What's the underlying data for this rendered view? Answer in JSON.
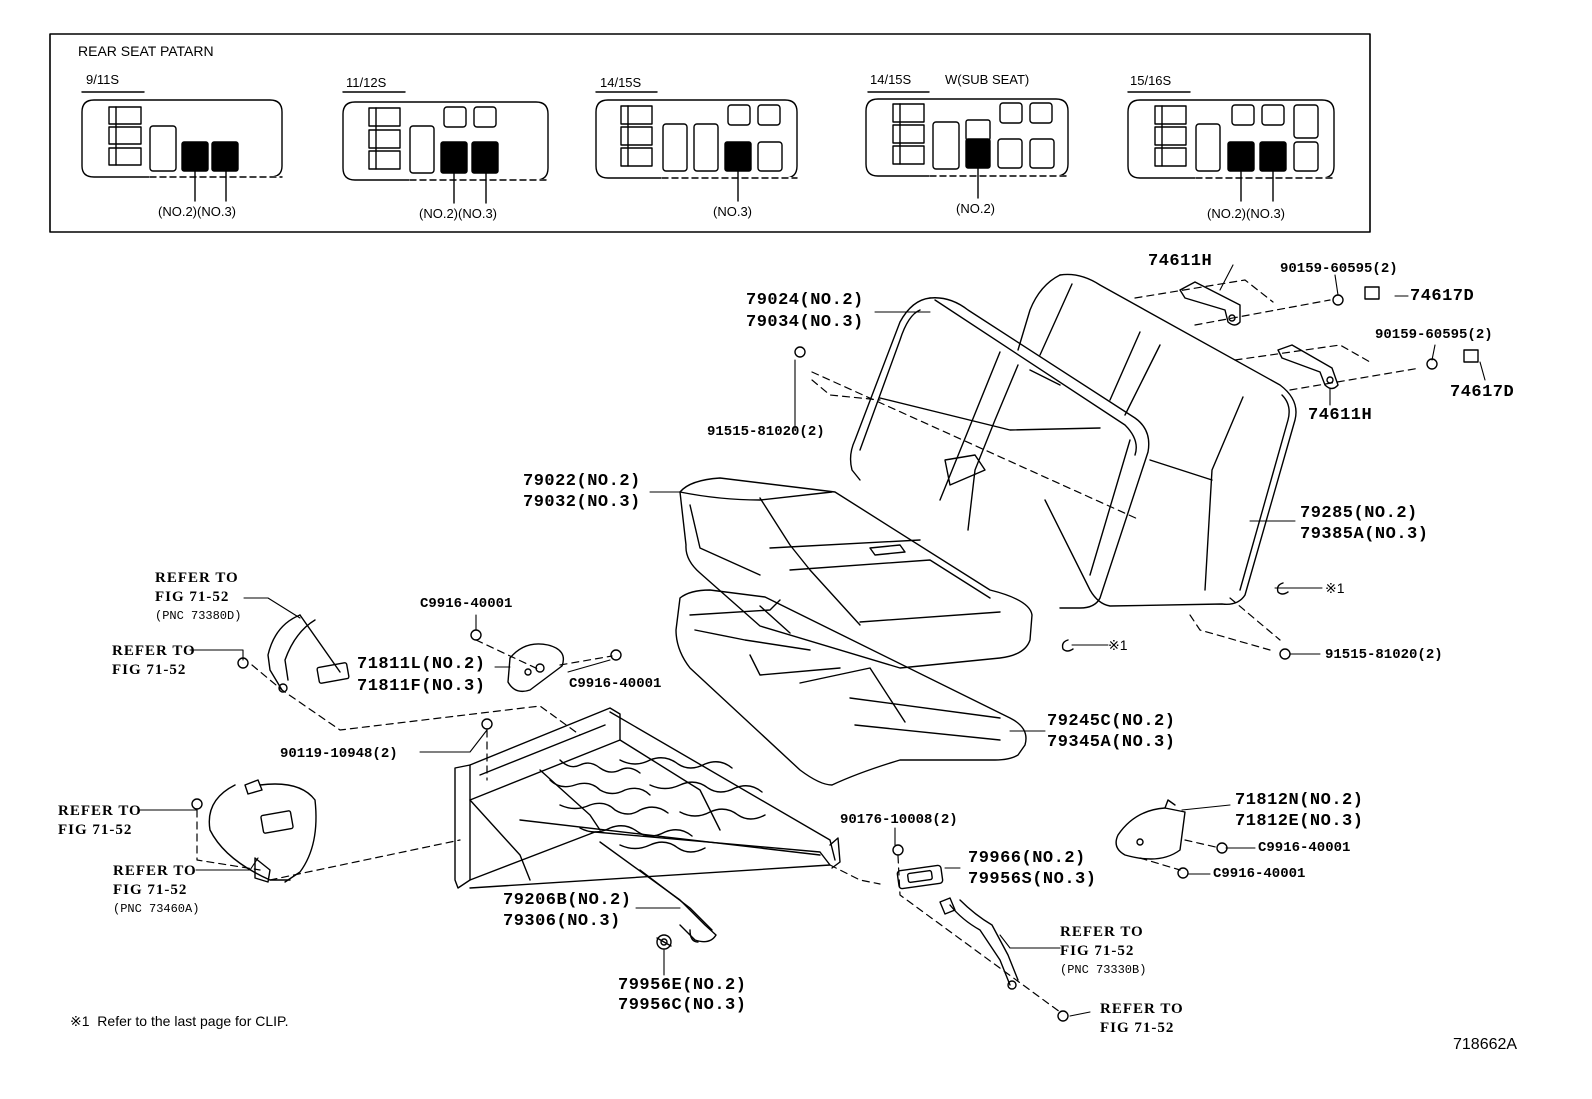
{
  "pattern_box": {
    "title": "REAR SEAT PATARN",
    "patterns": [
      {
        "name": "9/11S",
        "sub": "",
        "caption": "(NO.2)(NO.3)"
      },
      {
        "name": "11/12S",
        "sub": "",
        "caption": "(NO.2)(NO.3)"
      },
      {
        "name": "14/15S",
        "sub": "",
        "caption": "(NO.3)"
      },
      {
        "name": "14/15S",
        "sub": "W(SUB SEAT)",
        "caption": "(NO.2)"
      },
      {
        "name": "15/16S",
        "sub": "",
        "caption": "(NO.2)(NO.3)"
      }
    ]
  },
  "parts": {
    "p74611H_top": "74611H",
    "p90159_top": "90159-60595(2)",
    "p74617D_top": "74617D",
    "p90159_mid": "90159-60595(2)",
    "p74617D_mid": "74617D",
    "p74611H_mid": "74611H",
    "p79024": "79024(NO.2)",
    "p79034": "79034(NO.3)",
    "p91515_top": "91515-81020(2)",
    "p79022": "79022(NO.2)",
    "p79032": "79032(NO.3)",
    "p79285": "79285(NO.2)",
    "p79385A": "79385A(NO.3)",
    "clip_right": "※1",
    "p91515_bot": "91515-81020(2)",
    "clip_mid": "※1",
    "p79245C": "79245C(NO.2)",
    "p79345A": "79345A(NO.3)",
    "p71812N": "71812N(NO.2)",
    "p71812E": "71812E(NO.3)",
    "pC9916_r1": "C9916-40001",
    "pC9916_r2": "C9916-40001",
    "p90176": "90176-10008(2)",
    "p79966": "79966(NO.2)",
    "p79956S": "79956S(NO.3)",
    "p79206B": "79206B(NO.2)",
    "p79306": "79306(NO.3)",
    "p79956E": "79956E(NO.2)",
    "p79956C": "79956C(NO.3)",
    "pC9916_l1": "C9916-40001",
    "pC9916_l2": "C9916-40001",
    "p71811L": "71811L(NO.2)",
    "p71811F": "71811F(NO.3)",
    "p90119": "90119-10948(2)"
  },
  "refs": {
    "r1_a": "REFER TO",
    "r1_b": "FIG 71-52",
    "r1_c": "(PNC 73380D)",
    "r2_a": "REFER TO",
    "r2_b": "FIG 71-52",
    "r3_a": "REFER TO",
    "r3_b": "FIG 71-52",
    "r4_a": "REFER TO",
    "r4_b": "FIG 71-52",
    "r4_c": "(PNC 73460A)",
    "r5_a": "REFER TO",
    "r5_b": "FIG 71-52",
    "r5_c": "(PNC 73330B)",
    "r6_a": "REFER TO",
    "r6_b": "FIG 71-52"
  },
  "footnote": "※1  Refer to the last page for CLIP.",
  "figure_id": "718662A"
}
